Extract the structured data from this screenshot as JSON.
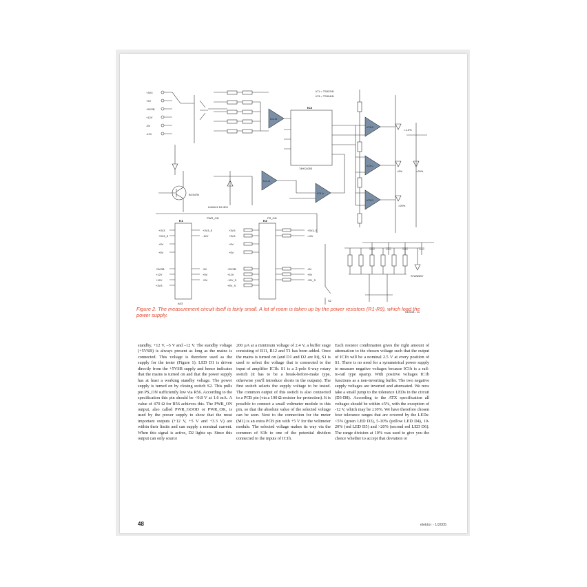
{
  "schematic": {
    "rails_left": [
      "+3V3",
      "+5V",
      "+5VSB",
      "+12V",
      "-5V",
      "-12V"
    ],
    "ic_labels": [
      "IC1 = TS922IN",
      "IC3 = TS904IN"
    ],
    "ic2": {
      "label": "IC2",
      "part": "74HC4053"
    },
    "opamps": [
      "IC1.B",
      "IC1.A",
      "IC3.A",
      "IC3.B",
      "IC3.C",
      "IC3.D"
    ],
    "transistor": "BC547B",
    "regulator": "LM4041 D2.4DJ",
    "connectors": [
      "K1",
      "K2"
    ],
    "k1_name": "A03",
    "k1_pins_left": [
      "+3V3",
      "+3V3_S",
      "+5V",
      "+5V",
      "+5VSB",
      "+12V",
      "+12V",
      "+3V3"
    ],
    "k1_pins_right": [
      "+3V3_S",
      "-12V",
      "-5V",
      "+5V",
      "+5V"
    ],
    "k2_pins_left": [
      "+3V3",
      "+3V3",
      "+5V",
      "+5V",
      "+5VSB",
      "+12V",
      "-12V_S",
      "+5V_S"
    ],
    "k2_pins_right": [
      "+3V3_S",
      "-12V",
      "-5V",
      "+5V",
      "+5V_S"
    ],
    "pwr_on": "PWR_ON",
    "ps_on": "PS_ON",
    "leds": [
      "<-10%",
      "<5%",
      "<20%",
      ">20%"
    ],
    "switch": "S2",
    "standby": "STANDBY",
    "drawing_number": "040318 - 11"
  },
  "caption": "Figure 2. The measurement circuit itself is fairly small. A lot of room is taken up by the power resistors (R1-R9), which load the power supply.",
  "columns": [
    "standby, +12 V, –5 V and –12 V. The standby voltage (+5VSB) is always present as long as the mains is connected. This voltage is therefore used as the supply for the tester (Figure 1). LED D1 is driven directly from the +5VSB supply and hence indicates that the mains is turned on and that the power supply has at least a working standby voltage. The power supply is turned on by closing switch S2. This pulls pin PS_ON sufficiently low via R56. According to the specification this pin should be <0.8 V at 1.6 mA. A value of 470 Ω for R56 achieves this. The PWR_ON output, also called PWR_GOOD or PWR_OK, is used by the power supply to show that the most important outputs (+12 V, +5 V and +3.3 V) are within their limits and can supply a nominal current. When this signal is active, D2 lights up. Since this output can only source",
    "200 µA at a minimum voltage of 2.4 V, a buffer stage consisting of R11, R12 and T1 has been added. Once the mains is turned on (and D1 and D2 are lit), S1 is used to select the voltage that is connected to the input of amplifier IC1b. S1 is a 2-pole 6-way rotary switch (it has to be a break-before-make type, otherwise you'll introduce shorts in the outputs). The first switch selects the supply voltage to be tested. The common output of this switch is also connected to a PCB pin (via a 100 Ω resistor for protection). It is possible to connect a small voltmeter module to this pin, so that the absolute value of the selected voltage can be seen. Next to the connection for the meter (M1) is an extra PCB pin with +5 V for the voltmeter module. The selected voltage makes its way via the common of S1b to one of the potential dividers connected to the inputs of IC1b.",
    "Each resistor combination gives the right amount of attenuation to the chosen voltage such that the output of IC1b will be a nominal 2.5 V at every position of S1. There is no need for a symmetrical power supply to measure negative voltages because IC1b is a rail-to-rail type opamp. With positive voltages IC1b functions as a non-inverting buffer. The two negative supply voltages are inverted and attenuated. We now take a small jump to the tolerance LEDs in the circuit (D3-D8). According to the ATX specification all voltages should be within ±5%, with the exception of -12 V, which may be ±10%. We have therefore chosen four tolerance ranges that are covered by the LEDs: <5% (green LED D3), 5-10% (yellow LED D4), 10-20% (red LED D5) and >20% (second red LED D6). The range division at 10% was used to give you the choice whether to accept that deviation or"
  ],
  "page_number": "48",
  "issue": "elektor - 1/2005"
}
